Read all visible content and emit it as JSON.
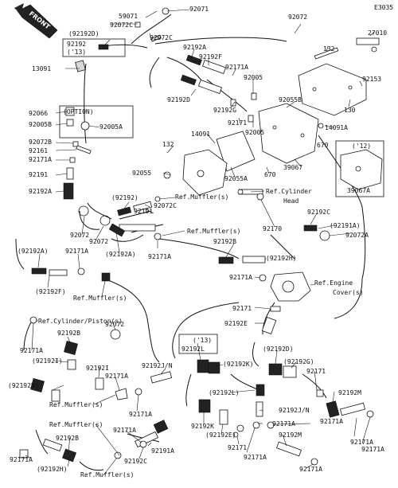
{
  "header": {
    "diagram_code": "E3035",
    "front_arrow_text": "FRONT"
  },
  "boxes": {
    "option_title": "(OPTION)",
    "year_12": "('12)",
    "year_13_left": "('13)",
    "year_13_center": "('13)"
  },
  "labels": [
    "59071",
    "92071",
    "92072C",
    "(92192D)",
    "92192",
    "92072C",
    "13091",
    "92072",
    "27010",
    "132",
    "92192A",
    "92192F",
    "92171A",
    "92005",
    "92153",
    "92192D",
    "92192G",
    "92055B",
    "130",
    "92171",
    "92005",
    "14091A",
    "670",
    "92066",
    "92005B",
    "92005A",
    "92072B",
    "92161",
    "92171A",
    "92191",
    "92192A",
    "132",
    "14091",
    "92055",
    "92055A",
    "670",
    "39067",
    "39067A",
    "(92192)",
    "Ref.Muffler(s)",
    "Ref.Cylinder",
    "Head",
    "92191",
    "92072C",
    "92192C",
    "92072",
    "92072",
    "(92192A)",
    "Ref.Muffler(s)",
    "92171A",
    "92170",
    "(92191A)",
    "92072A",
    "(92192A)",
    "92171A",
    "92192B",
    "(92192H)",
    "(92192F)",
    "Ref.Muffler(s)",
    "92171A",
    "Ref.Engine",
    "Cover(s)",
    "92171",
    "Ref.Cylinder/Piston(s)",
    "92072",
    "92192E",
    "92171A",
    "92192B",
    "(92192I)",
    "92192I",
    "92192L",
    "(92192D)",
    "(92192G)",
    "92171A",
    "92192J/N",
    "(92192K)",
    "92171",
    "(92192B)",
    "(92192L)",
    "92192M",
    "Ref.Muffler(s)",
    "92171A",
    "92192J/N",
    "92192K",
    "92171A",
    "Ref.Muffler(s)",
    "(92192E)",
    "92192M",
    "92171A",
    "92192B",
    "92191A",
    "92171A",
    "(92192H)",
    "92192C",
    "Ref.Muffler(s)",
    "92171",
    "92171A",
    "92171A",
    "92171A",
    "92171A",
    "92171A"
  ]
}
